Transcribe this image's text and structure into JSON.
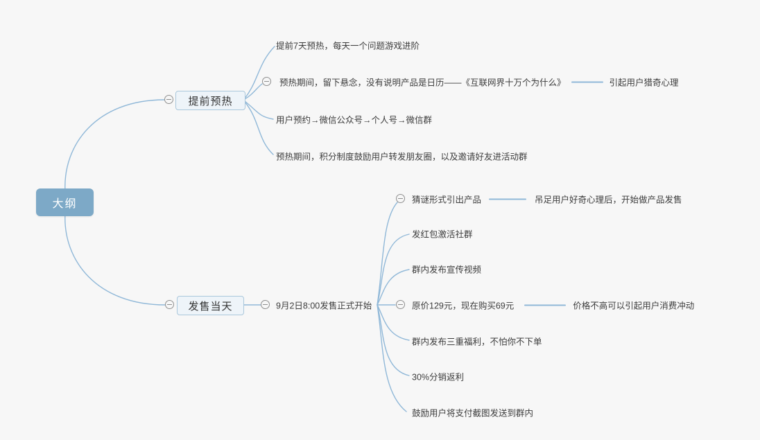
{
  "colors": {
    "background": "#f7f7f7",
    "edge": "#90b8d8",
    "root_fill": "#7da9c7",
    "root_text": "#ffffff",
    "branch_fill": "#eef4f9",
    "branch_border": "#aac7db",
    "leaf_text": "#3d3d3d",
    "collapse_icon": "#8f8f8f"
  },
  "icons": {
    "collapse": "minus-circle"
  },
  "mindmap": {
    "root": {
      "label": "大纲"
    },
    "branches": [
      {
        "label": "提前预热",
        "children": [
          {
            "text": "提前7天预热，每天一个问题游戏进阶"
          },
          {
            "text": "预热期间，留下悬念，没有说明产品是日历——《互联网界十万个为什么》",
            "note": "引起用户猎奇心理"
          },
          {
            "text": "用户预约→微信公众号→个人号→微信群"
          },
          {
            "text": "预热期间，积分制度鼓励用户转发朋友圈，以及邀请好友进活动群"
          }
        ]
      },
      {
        "label": "发售当天",
        "children": [
          {
            "text": "9月2日8:00发售正式开始",
            "children": [
              {
                "text": "猜谜形式引出产品",
                "note": "吊足用户好奇心理后，开始做产品发售"
              },
              {
                "text": "发红包激活社群"
              },
              {
                "text": "群内发布宣传视频"
              },
              {
                "text": "原价129元，现在购买69元",
                "note": "价格不高可以引起用户消费冲动"
              },
              {
                "text": "群内发布三重福利，不怕你不下单"
              },
              {
                "text": "30%分销返利"
              },
              {
                "text": "鼓励用户将支付截图发送到群内"
              }
            ]
          }
        ]
      }
    ]
  }
}
